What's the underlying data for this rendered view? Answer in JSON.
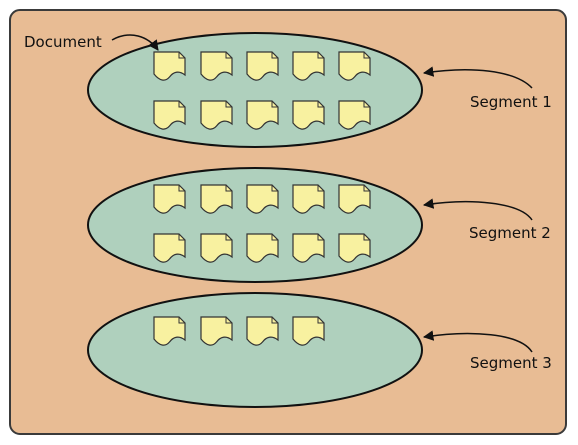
{
  "diagram": {
    "document_label": "Document",
    "segments": [
      {
        "label": "Segment 1",
        "document_count": 10
      },
      {
        "label": "Segment 2",
        "document_count": 10
      },
      {
        "label": "Segment 3",
        "document_count": 4
      }
    ]
  },
  "colors": {
    "background_panel": "#e8bc94",
    "panel_border": "#3a3a3a",
    "segment_fill": "#afd0bd",
    "segment_stroke": "#111111",
    "document_fill": "#f8f1a0",
    "document_stroke": "#333333",
    "arrow": "#111111"
  }
}
